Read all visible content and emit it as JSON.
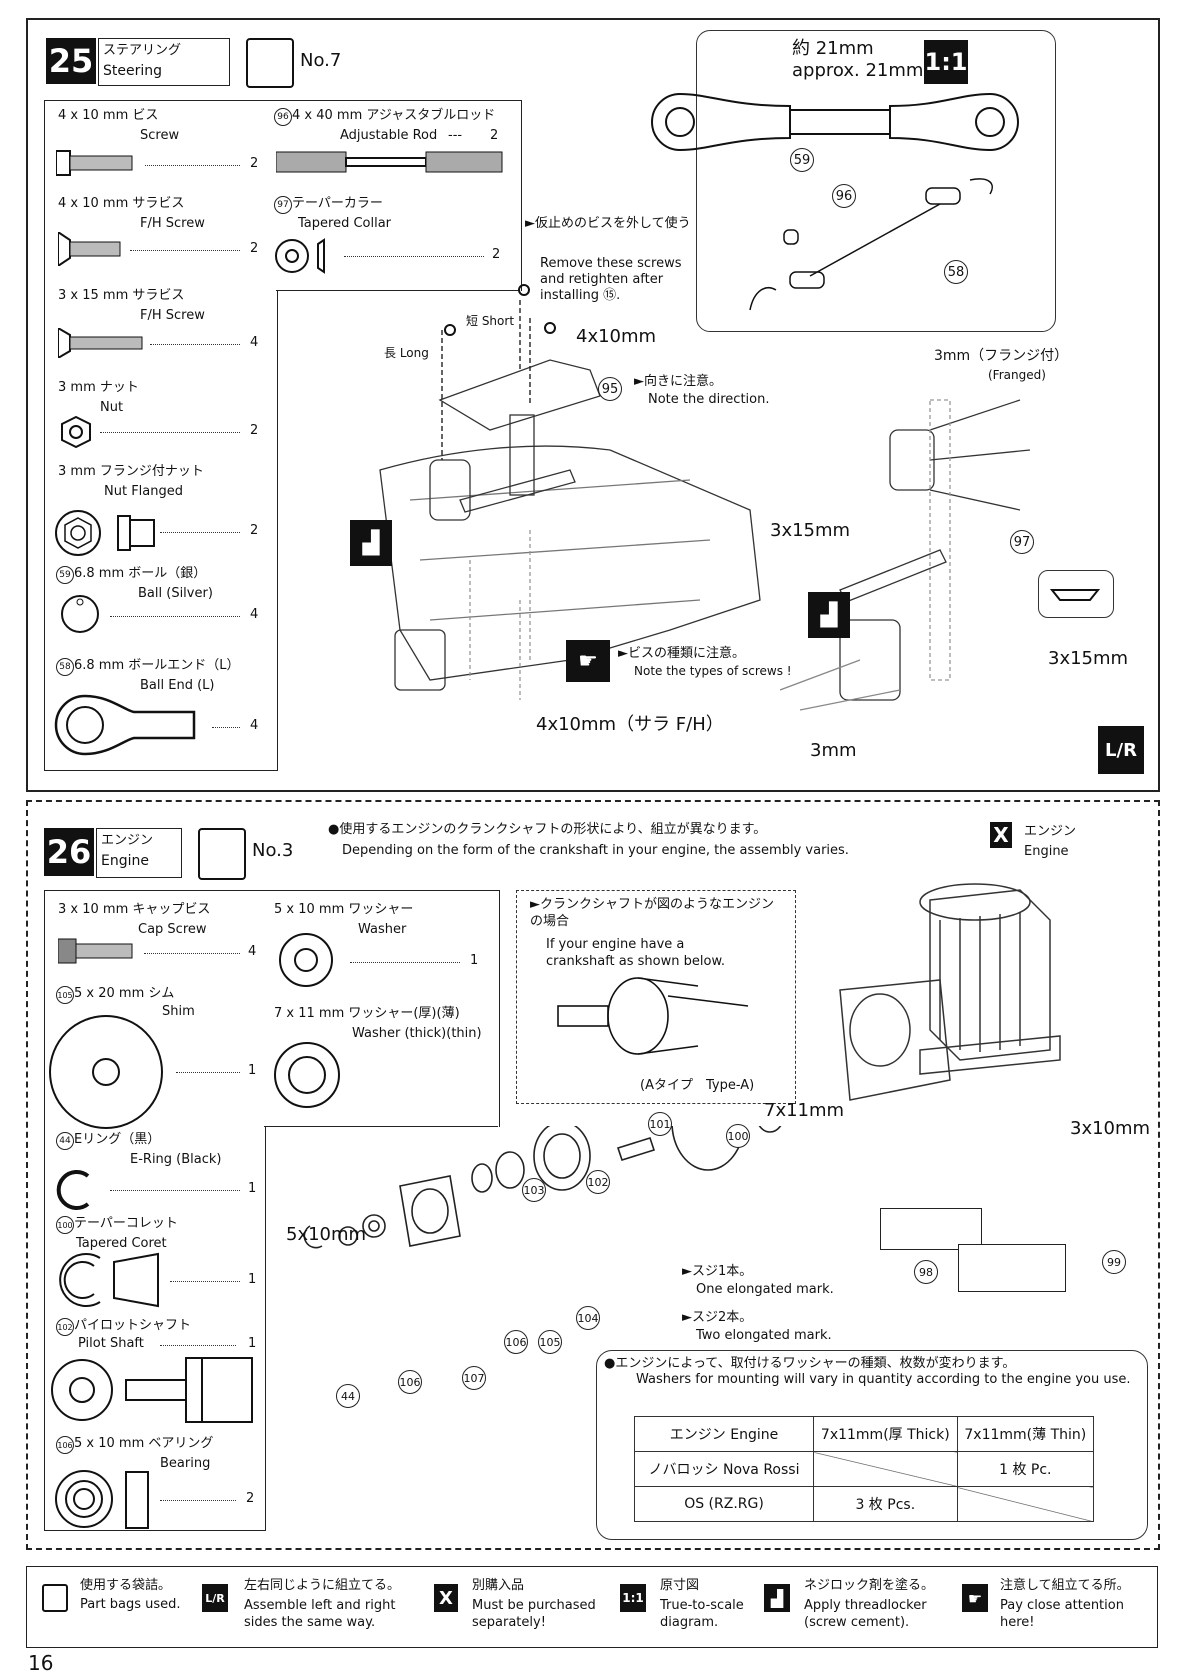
{
  "step25": {
    "number": "25",
    "title_jp": "ステアリング",
    "title_en": "Steering",
    "bag": "No.7",
    "parts": [
      {
        "jp": "4 x 10 mm ビス",
        "en": "Screw",
        "qty": "2"
      },
      {
        "jp": "4 x 10 mm サラビス",
        "en": "F/H Screw",
        "qty": "2"
      },
      {
        "jp": "3 x 15 mm サラビス",
        "en": "F/H Screw",
        "qty": "4"
      },
      {
        "jp": "3 mm ナット",
        "en": "Nut",
        "qty": "2"
      },
      {
        "jp": "3 mm フランジ付ナット",
        "en": "Nut Flanged",
        "qty": "2"
      },
      {
        "id": "59",
        "jp": "6.8 mm ボール（銀）",
        "en": "Ball (Silver)",
        "qty": "4"
      },
      {
        "id": "58",
        "jp": "6.8 mm ボールエンド（L）",
        "en": "Ball End (L)",
        "qty": "4"
      },
      {
        "id": "96",
        "jp": "4 x 40 mm アジャスタブルロッド",
        "en": "Adjustable Rod",
        "qty": "2"
      },
      {
        "id": "97",
        "jp": "テーパーカラー",
        "en": "Tapered Collar",
        "qty": "2"
      }
    ],
    "note_screws_jp": "►仮止めのビスを外して使う",
    "note_screws_en": "Remove these screws and retighten after installing ⑮.",
    "short_label": "短 Short",
    "long_label": "長 Long",
    "screw_4x10": "4x10mm",
    "screw_4x10_fh": "4x10mm（サラ F/H）",
    "direction_jp": "►向きに注意。",
    "direction_en": "Note the direction.",
    "types_jp": "►ビスの種類に注意。",
    "types_en": "Note the types of screws !",
    "rod_len_jp": "約 21mm",
    "rod_len_en": "approx. 21mm",
    "scale": "1:1",
    "flanged_nut": "3mm（フランジ付）",
    "flanged_nut_en": "(Franged)",
    "screw_3x15": "3x15mm",
    "nut_3mm": "3mm",
    "part95": "95",
    "part58": "58",
    "part59": "59",
    "part96": "96",
    "part97": "97",
    "lr": "L/R"
  },
  "step26": {
    "number": "26",
    "title_jp": "エンジン",
    "title_en": "Engine",
    "bag": "No.3",
    "intro_jp": "●使用するエンジンのクランクシャフトの形状により、組立が異なります。",
    "intro_en": "Depending on the form of the crankshaft in your engine, the assembly varies.",
    "engine_jp": "エンジン",
    "engine_en": "Engine",
    "parts": [
      {
        "jp": "3 x 10 mm キャップビス",
        "en": "Cap Screw",
        "qty": "4"
      },
      {
        "jp": "5 x 10 mm ワッシャー",
        "en": "Washer",
        "qty": "1"
      },
      {
        "id": "105",
        "jp": "5 x 20 mm シム",
        "en": "Shim",
        "qty": "1"
      },
      {
        "jp": "7 x 11 mm ワッシャー(厚)(薄)",
        "en": "Washer (thick)(thin)",
        "qty": ""
      },
      {
        "id": "44",
        "jp": "Eリング（黒）",
        "en": "E-Ring (Black)",
        "qty": "1"
      },
      {
        "id": "100",
        "jp": "テーパーコレット",
        "en": "Tapered Coret",
        "qty": "1"
      },
      {
        "id": "102",
        "jp": "パイロットシャフト",
        "en": "Pilot Shaft",
        "qty": "1"
      },
      {
        "id": "106",
        "jp": "5 x 10 mm ベアリング",
        "en": "Bearing",
        "qty": "2"
      }
    ],
    "crank_jp": "►クランクシャフトが図のようなエンジンの場合",
    "crank_en": "If your engine have a crankshaft as shown below.",
    "type_a": "(Aタイプ　Type-A)",
    "washer_7x11": "7x11mm",
    "screw_3x10": "3x10mm",
    "washer_5x10": "5x10mm",
    "mark1_jp": "►スジ1本。",
    "mark1_en": "One elongated mark.",
    "mark2_jp": "►スジ2本。",
    "mark2_en": "Two elongated mark.",
    "washer_note_jp": "●エンジンによって、取付けるワッシャーの種類、枚数が変わります。",
    "washer_note_en": "Washers for mounting will vary in quantity according to the engine you use.",
    "table": {
      "head": [
        "エンジン Engine",
        "7x11mm(厚 Thick)",
        "7x11mm(薄 Thin)"
      ],
      "rows": [
        [
          "ノバロッシ Nova Rossi",
          "",
          "1 枚 Pc."
        ],
        [
          "OS (RZ.RG)",
          "3 枚 Pcs.",
          ""
        ]
      ]
    },
    "callouts": [
      "101",
      "100",
      "103",
      "102",
      "104",
      "105",
      "106",
      "107",
      "98",
      "99",
      "44"
    ]
  },
  "legend": [
    {
      "icon": "bag-icon",
      "jp": "使用する袋詰。",
      "en": "Part bags used."
    },
    {
      "icon": "lr-icon",
      "jp": "左右同じように組立てる。",
      "en": "Assemble left and right sides the same way."
    },
    {
      "icon": "x-icon",
      "jp": "別購入品",
      "en": "Must be purchased separately!"
    },
    {
      "icon": "scale-icon",
      "jp": "原寸図",
      "en": "True-to-scale diagram."
    },
    {
      "icon": "threadlock-icon",
      "jp": "ネジロック剤を塗る。",
      "en": "Apply threadlocker (screw cement)."
    },
    {
      "icon": "attention-icon",
      "jp": "注意して組立てる所。",
      "en": "Pay close attention here!"
    }
  ],
  "page_number": "16"
}
